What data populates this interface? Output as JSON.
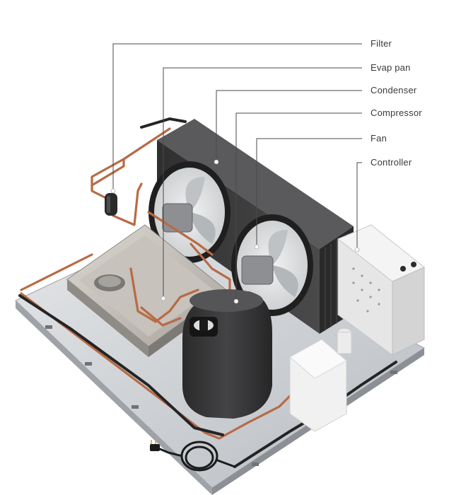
{
  "callouts": [
    {
      "id": "filter",
      "label": "Filter"
    },
    {
      "id": "evap-pan",
      "label": "Evap pan"
    },
    {
      "id": "condenser",
      "label": "Condenser"
    },
    {
      "id": "compressor",
      "label": "Compressor"
    },
    {
      "id": "fan",
      "label": "Fan"
    },
    {
      "id": "controller",
      "label": "Controller"
    }
  ],
  "colors": {
    "copper": "#b86a45",
    "condenser_body": "#3b3b3c",
    "base_plate": "#c9ccd0",
    "label_text": "#3a3a3a"
  }
}
